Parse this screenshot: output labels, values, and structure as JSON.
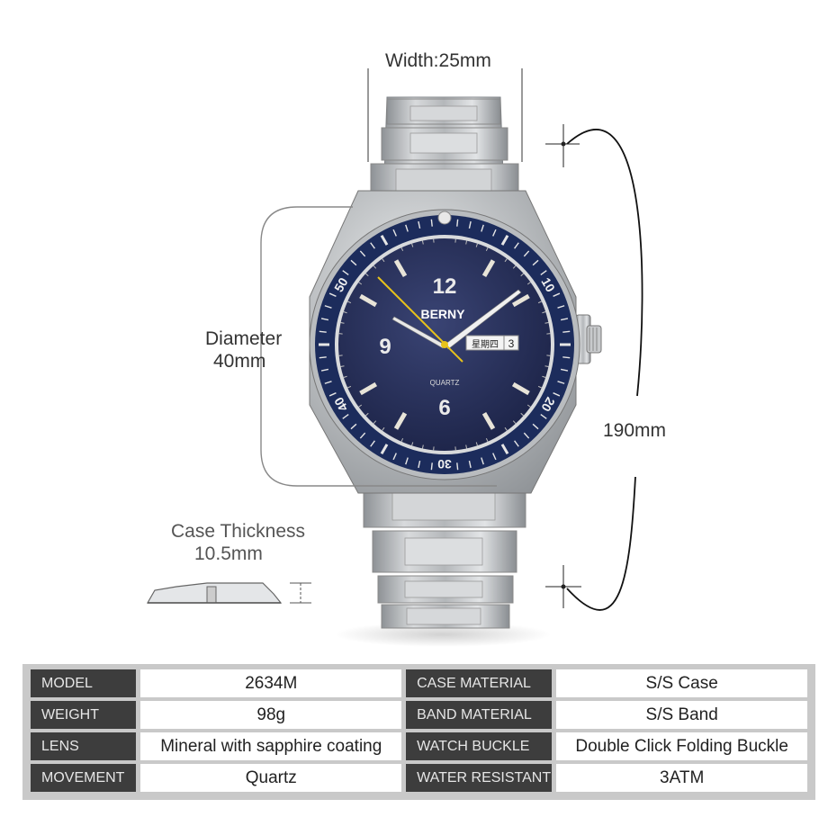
{
  "dimensions": {
    "width": "Width:25mm",
    "diameter_line1": "Diameter",
    "diameter_line2": "40mm",
    "length": "190mm",
    "thickness_line1": "Case Thickness",
    "thickness_line2": "10.5mm"
  },
  "dial": {
    "brand": "BERNY",
    "movement_text": "QUARTZ",
    "numeral_12": "12",
    "numeral_9": "9",
    "numeral_6": "6",
    "day_window": "星期四",
    "date_window": "3",
    "bezel_numbers": [
      "10",
      "20",
      "30",
      "40",
      "50"
    ]
  },
  "specs": [
    {
      "label1": "MODEL",
      "value1": "2634M",
      "label2": "CASE MATERIAL",
      "value2": "S/S Case"
    },
    {
      "label1": "WEIGHT",
      "value1": "98g",
      "label2": "BAND MATERIAL",
      "value2": "S/S Band"
    },
    {
      "label1": "LENS",
      "value1": "Mineral with sapphire coating",
      "label2": "WATCH BUCKLE",
      "value2": "Double Click Folding Buckle"
    },
    {
      "label1": "MOVEMENT",
      "value1": "Quartz",
      "label2": "WATER RESISTANT",
      "value2": "3ATM"
    }
  ],
  "colors": {
    "bezel": "#1c2c5c",
    "dial": "#26305a",
    "steel": "#c4c7ca",
    "second_hand": "#e8c21a",
    "table_label_bg": "#3d3d3d",
    "table_frame": "#c9c9c9"
  }
}
